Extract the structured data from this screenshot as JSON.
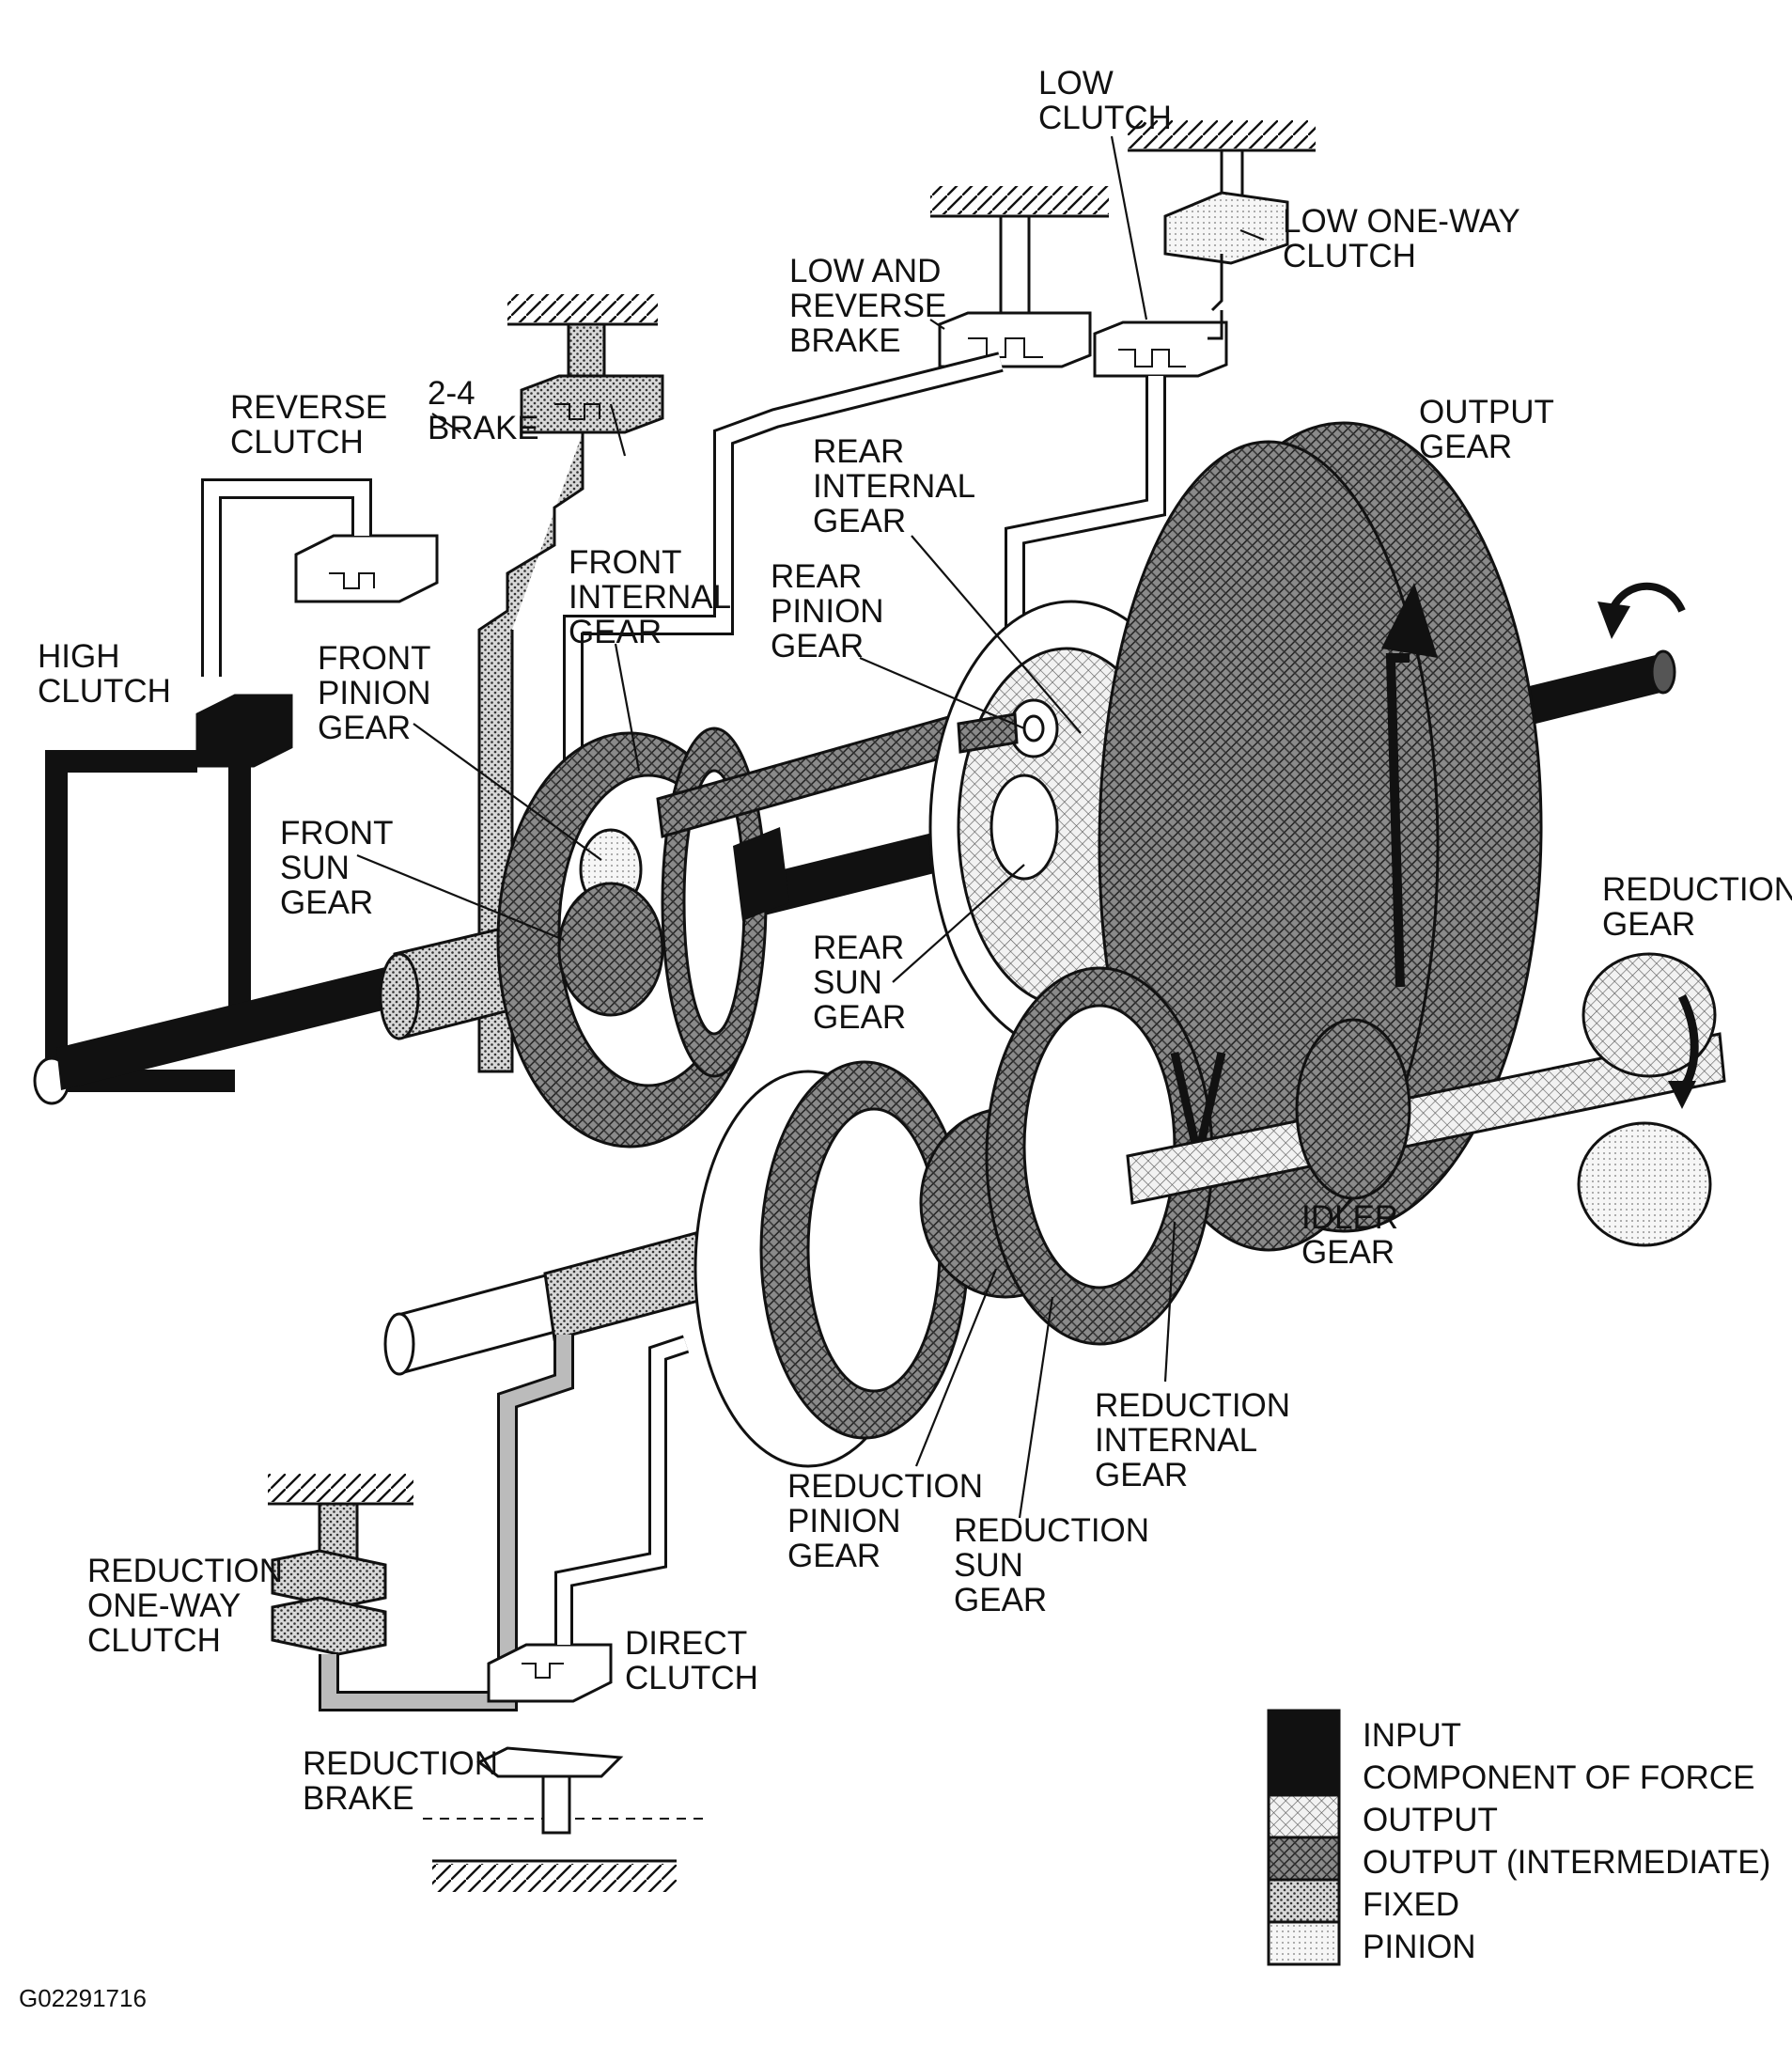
{
  "figure_id": "G02291716",
  "labels": {
    "low_clutch": [
      "LOW",
      "CLUTCH"
    ],
    "low_one_way_clutch": [
      "LOW ONE-WAY",
      "CLUTCH"
    ],
    "low_and_reverse_brake": [
      "LOW AND",
      "REVERSE",
      "BRAKE"
    ],
    "two_four_brake": [
      "2-4",
      "BRAKE"
    ],
    "reverse_clutch": [
      "REVERSE",
      "CLUTCH"
    ],
    "output_gear": [
      "OUTPUT",
      "GEAR"
    ],
    "rear_internal_gear": [
      "REAR",
      "INTERNAL",
      "GEAR"
    ],
    "front_internal_gear": [
      "FRONT",
      "INTERNAL",
      "GEAR"
    ],
    "rear_pinion_gear": [
      "REAR",
      "PINION",
      "GEAR"
    ],
    "high_clutch": [
      "HIGH",
      "CLUTCH"
    ],
    "front_pinion_gear": [
      "FRONT",
      "PINION",
      "GEAR"
    ],
    "front_sun_gear": [
      "FRONT",
      "SUN",
      "GEAR"
    ],
    "reduction_gear": [
      "REDUCTION",
      "GEAR"
    ],
    "rear_sun_gear": [
      "REAR",
      "SUN",
      "GEAR"
    ],
    "idler_gear": [
      "IDLER",
      "GEAR"
    ],
    "reduction_internal_gear": [
      "REDUCTION",
      "INTERNAL",
      "GEAR"
    ],
    "reduction_pinion_gear": [
      "REDUCTION",
      "PINION",
      "GEAR"
    ],
    "reduction_sun_gear": [
      "REDUCTION",
      "SUN",
      "GEAR"
    ],
    "reduction_one_way_clutch": [
      "REDUCTION",
      "ONE-WAY",
      "CLUTCH"
    ],
    "direct_clutch": [
      "DIRECT",
      "CLUTCH"
    ],
    "reduction_brake": [
      "REDUCTION",
      "BRAKE"
    ]
  },
  "legend": [
    {
      "label": "INPUT",
      "pattern": "solid-black"
    },
    {
      "label": "COMPONENT OF FORCE",
      "pattern": "solid-black"
    },
    {
      "label": "OUTPUT",
      "pattern": "light-crosshatch"
    },
    {
      "label": "OUTPUT (INTERMEDIATE)",
      "pattern": "dark-crosshatch"
    },
    {
      "label": "FIXED",
      "pattern": "dense-dots"
    },
    {
      "label": "PINION",
      "pattern": "light-dots"
    }
  ],
  "colors": {
    "ink": "#111111",
    "paper": "#ffffff"
  }
}
